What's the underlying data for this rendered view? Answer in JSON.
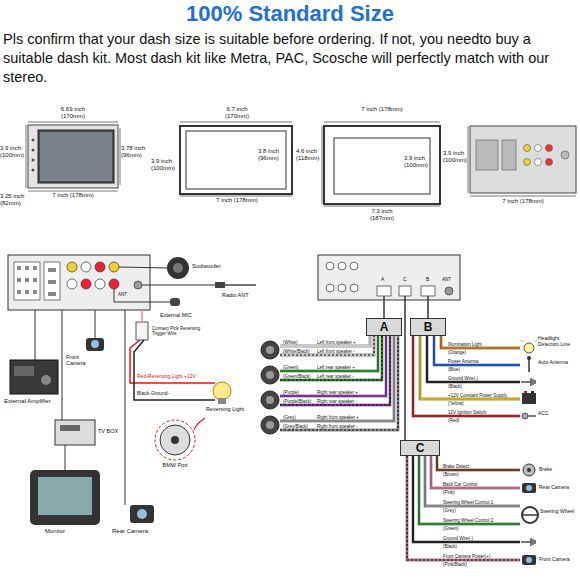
{
  "diagram": {
    "title": "100% Standard Size",
    "caption": "Pls confirm that your dash size is suitable before ordering. If not, you needto buy a suitable dash kit. Most dash kit like Metra, PAC, Scosche will perfectly match with our stereo.",
    "nodes": [
      {
        "text": [
          "A"
        ]
      },
      {
        "text": [
          "B"
        ]
      },
      {
        "text": [
          "C"
        ]
      }
    ],
    "labels": [
      "6.69 inch (170mm)",
      "3.9 inch (100mm)",
      "3.78 inch (96mm)",
      "7 inch (178mm)",
      "3.25 inch (82mm)",
      "6.7 inch (170mm)",
      "3.8 inch (96mm)",
      "3.9 inch (100mm)",
      "7 inch (178mm)",
      "7 inch (178mm)",
      "4.6 inch (118mm)",
      "3.9 inch (100mm)",
      "7.3 inch (187mm)",
      "3.9 inch (100mm)",
      "7 inch (178mm)",
      "Sudwoofer",
      "External MIC",
      "Radio ANT",
      "ANT",
      "Front Camera",
      "Connect Pink Reversing Trigger Wire",
      "External Amplifier",
      "Red-Reversing Light +12V",
      "Black-Ground-",
      "Reversing Light",
      "TV BOX",
      "BMW Port",
      "Monitor",
      "Rear Camera",
      "A",
      "B",
      "C",
      "ANT",
      "(White)",
      "Left front speaker +",
      "(White/Black)",
      "Left front speaker -",
      "(Green)",
      "Left rear speaker +",
      "(Green/Black)",
      "Left rear speaker -",
      "(Purple)",
      "Right rear speaker +",
      "(Purple/Black)",
      "Right rear speaker -",
      "(Grey)",
      "Right front speaker +",
      "(Grey/Black)",
      "Right front speaker -",
      "Illumination Light",
      "(Orange)",
      "Power Antenna",
      "(Blue)",
      "Ground Wire(-)",
      "(Black)",
      "+12V Constant Power Supply",
      "(Yellow)",
      "12V Ignition Switch",
      "(Red)",
      "Headlight Detection Line",
      "Auto Antenna",
      "ACC",
      "Brake Detect",
      "(Brown)",
      "Back Car Control",
      "(Pink)",
      "Steering Wheel Control 1",
      "(Grey)",
      "Steering Wheel Control 2",
      "(Green)",
      "Ground Wire(-)",
      "(Black)",
      "Front Camera Power(+)",
      "(Pink/Black)",
      "Brake",
      "Rear Camera",
      "Steering Wheel",
      "Front Camera"
    ]
  }
}
